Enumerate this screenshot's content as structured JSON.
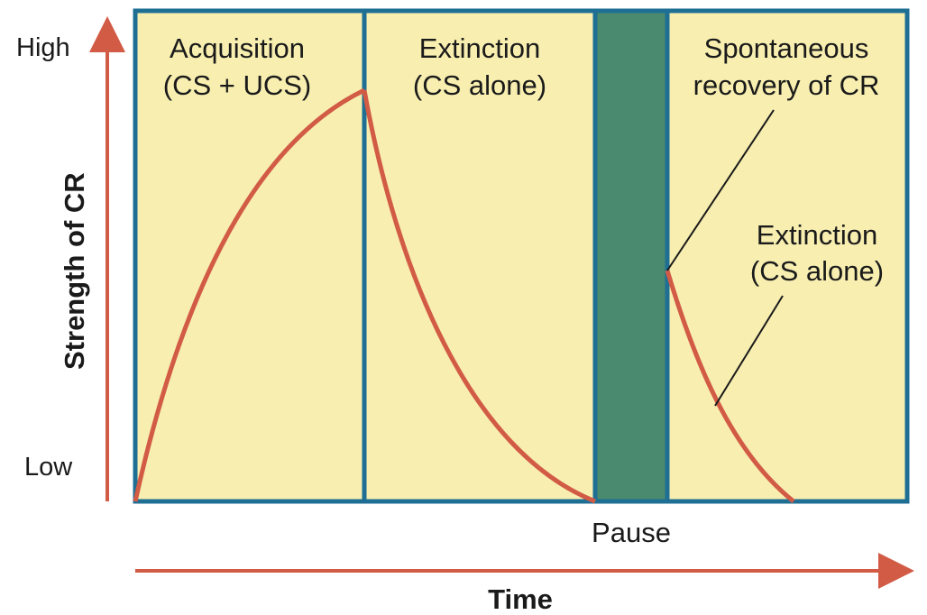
{
  "axes": {
    "y_label": "Strength of CR",
    "y_high": "High",
    "y_low": "Low",
    "x_label": "Time"
  },
  "panels": [
    {
      "title_line1": "Acquisition",
      "title_line2": "(CS + UCS)"
    },
    {
      "title_line1": "Extinction",
      "title_line2": "(CS alone)"
    },
    {
      "title_line1": "Pause",
      "title_line2": ""
    },
    {
      "title_line1": "Spontaneous",
      "title_line2": "recovery of CR"
    }
  ],
  "annotations": {
    "extinction2_line1": "Extinction",
    "extinction2_line2": "(CS alone)"
  },
  "colors": {
    "panel_fill": "#f7eeb0",
    "panel_border": "#1f6f94",
    "pause_fill": "#4a8a6f",
    "curve": "#d25b45",
    "axis_arrow": "#d25b45"
  }
}
